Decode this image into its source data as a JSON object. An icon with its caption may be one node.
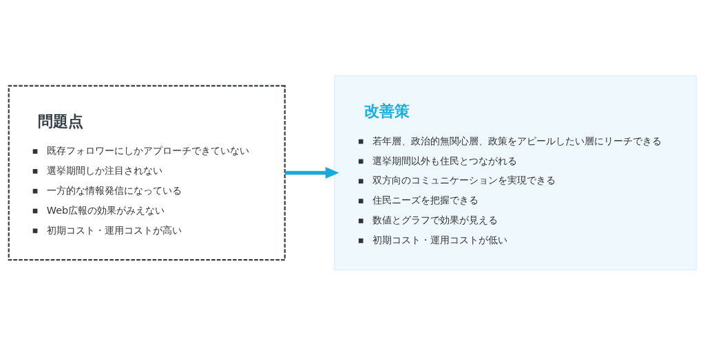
{
  "diagram": {
    "nodes": [
      {
        "text": [
          "問題点",
          "既存フォロワーにしかアプローチできていない",
          "選挙期間しか注目されない",
          "一方的な情報発信になっている",
          "Web広報の効果がみえない",
          "初期コスト・運用コストが高い"
        ]
      },
      {
        "text": [
          "改善策",
          "若年層、政治的無関心層、政策をアピールしたい層にリーチできる",
          "選挙期間以外も住民とつながれる",
          "双方向のコミュニケーションを実現できる",
          "住民ニーズを把握できる",
          "数値とグラフで効果が見える",
          "初期コスト・運用コストが低い"
        ]
      }
    ],
    "edges": [
      {
        "from": 0,
        "to": 1,
        "arrow": "to",
        "color": "#1aa9dc"
      }
    ]
  }
}
